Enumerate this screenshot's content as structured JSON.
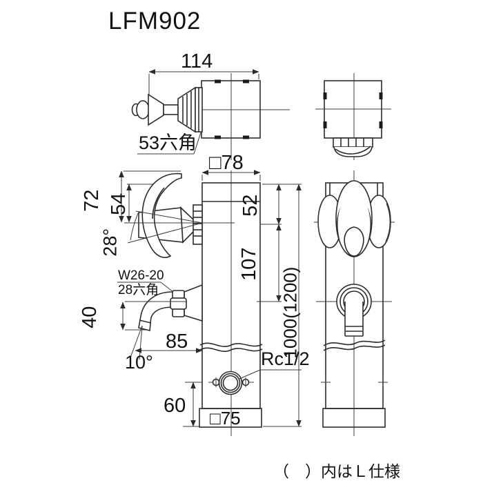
{
  "drawing": {
    "title": "LFM902",
    "note": "（　）内はＬ仕様",
    "colors": {
      "line": "#2b2b2b",
      "text": "#101010",
      "background": "#ffffff"
    },
    "labels": {
      "dim_width_top": "114",
      "hex_53": "53六角",
      "dim_body_width": "□78",
      "dim_handle_total": "72",
      "dim_handle_inner": "54",
      "angle_handle": "28°",
      "dim_top_section": "52",
      "dim_spout_section": "107",
      "thread_spec": "W26-20",
      "hex_28": "28六角",
      "dim_spout_drop": "40",
      "dim_spout_reach": "85",
      "angle_spout": "10°",
      "inlet_thread": "Rc1/2",
      "dim_base_height": "60",
      "dim_base_width": "□75",
      "dim_total_height": "1000(1200)"
    }
  }
}
